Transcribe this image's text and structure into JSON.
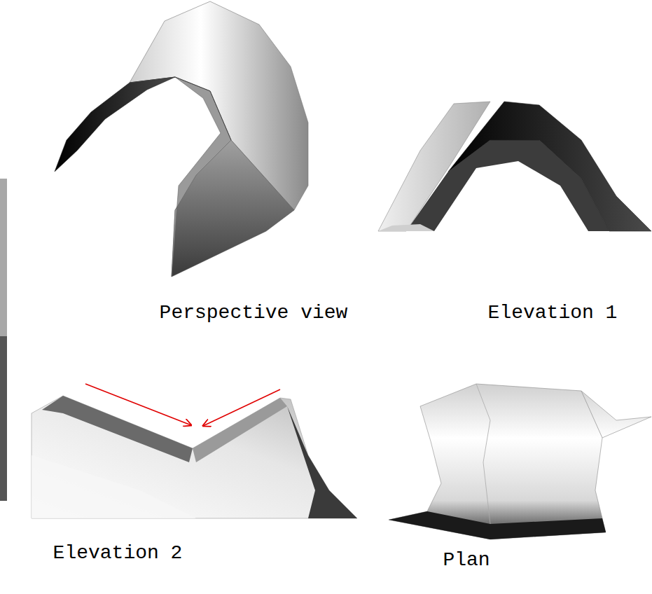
{
  "diagram": {
    "labels": [
      "Perspective view",
      "Elevation 1",
      "Elevation 2",
      "Plan"
    ]
  }
}
